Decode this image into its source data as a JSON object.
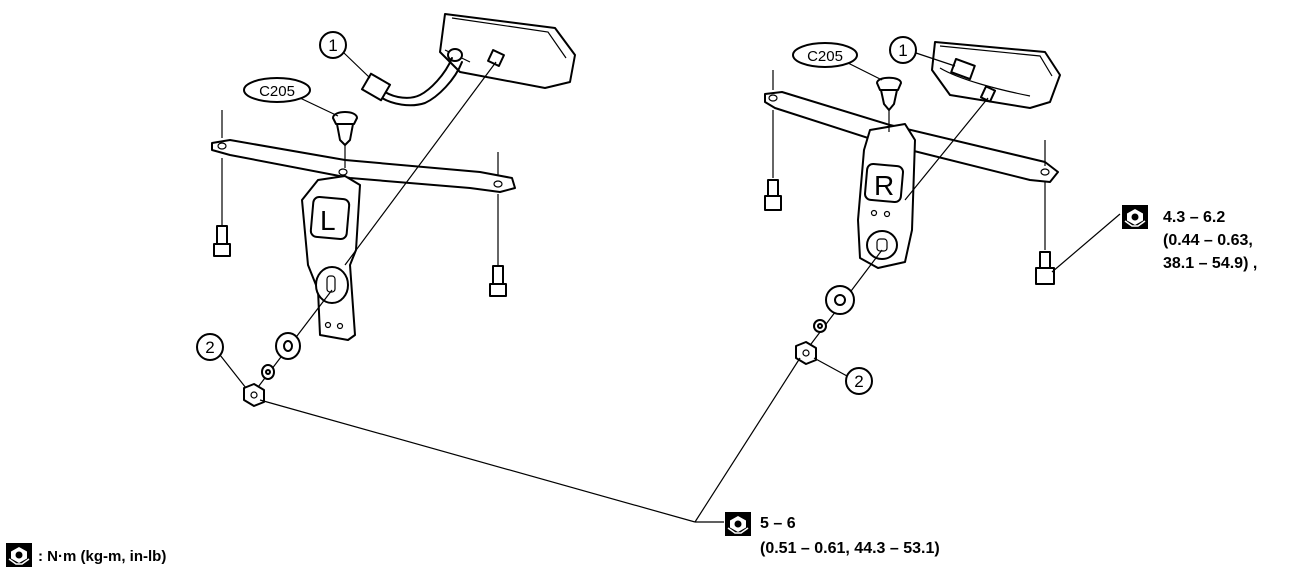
{
  "callouts": {
    "part1": "1",
    "part2": "2",
    "connector": "C205"
  },
  "bracket_marks": {
    "left": "L",
    "right": "R"
  },
  "torque": {
    "upper": {
      "line1": "4.3 – 6.2",
      "line2": "(0.44 – 0.63,",
      "line3": "38.1 – 54.9) ,"
    },
    "lower": {
      "line1": "5 – 6",
      "line2": "(0.51 – 0.61, 44.3 – 53.1)"
    }
  },
  "legend": {
    "text": ": N·m (kg-m, in-lb)"
  },
  "icons": [
    "torque-nut-icon"
  ]
}
